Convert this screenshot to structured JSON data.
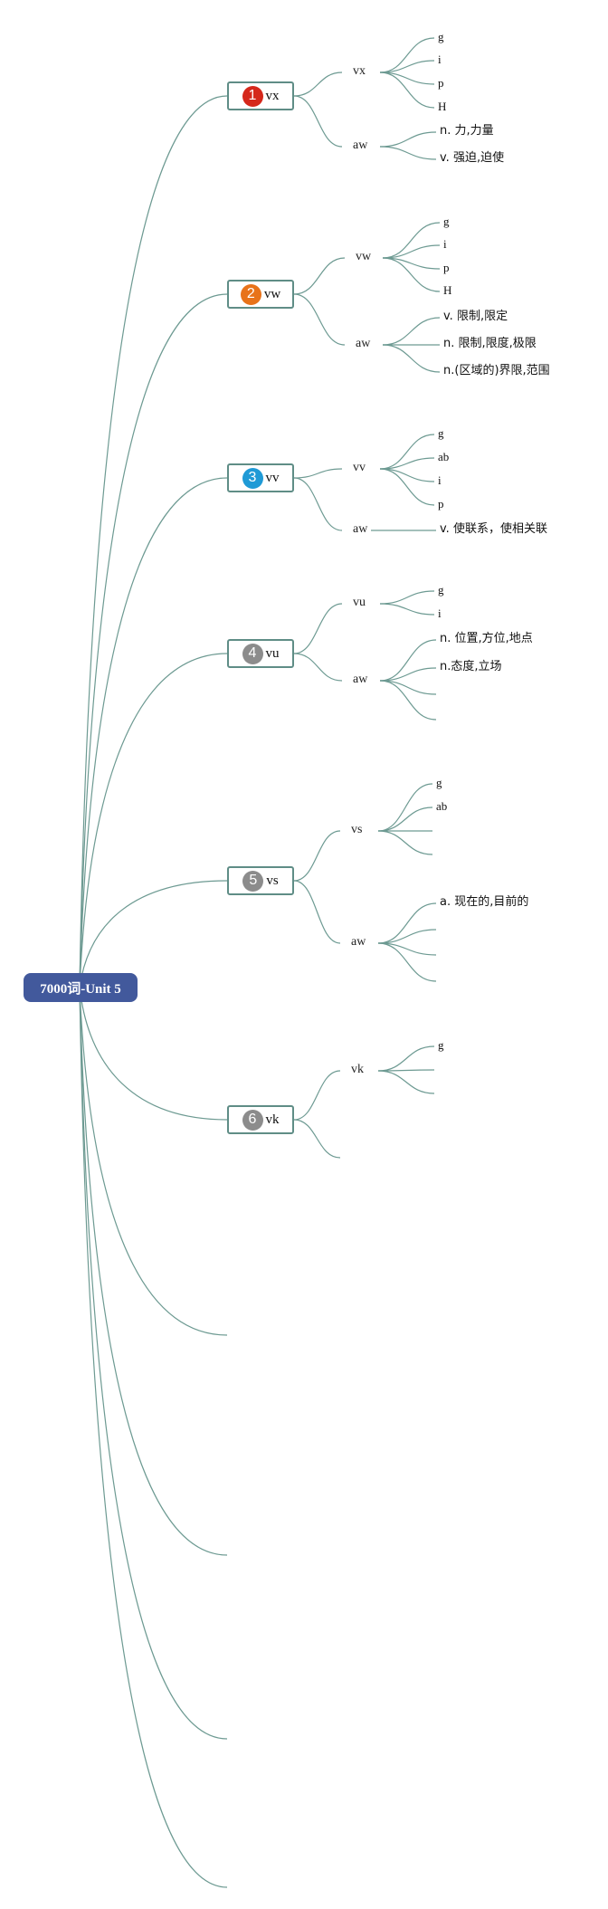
{
  "root": {
    "label": "7000词-Unit 5"
  },
  "topics": [
    {
      "num": "1",
      "label": "vx",
      "color": "#d5281b",
      "subs": [
        {
          "label": "vx",
          "leaves": [
            "g",
            "i",
            "p",
            "H"
          ]
        },
        {
          "label": "aw",
          "leaves": [
            "n. 力,力量",
            "v. 强迫,迫使"
          ]
        }
      ]
    },
    {
      "num": "2",
      "label": "vw",
      "color": "#e8731a",
      "subs": [
        {
          "label": "vw",
          "leaves": [
            "g",
            "i",
            "p",
            "H"
          ]
        },
        {
          "label": "aw",
          "leaves": [
            "v. 限制,限定",
            "n. 限制,限度,极限",
            "n.(区域的)界限,范围"
          ]
        }
      ]
    },
    {
      "num": "3",
      "label": "vv",
      "color": "#1f9ad6",
      "subs": [
        {
          "label": "vv",
          "leaves": [
            "g",
            "ab",
            "i",
            "p"
          ]
        },
        {
          "label": "aw",
          "leaves": [
            "v. 使联系，使相关联"
          ]
        }
      ]
    },
    {
      "num": "4",
      "label": "vu",
      "color": "#8c8c8c",
      "subs": [
        {
          "label": "vu",
          "leaves": [
            "g",
            "i"
          ]
        },
        {
          "label": "aw",
          "leaves": [
            "n. 位置,方位,地点",
            "n.态度,立场",
            "",
            ""
          ]
        }
      ]
    },
    {
      "num": "5",
      "label": "vs",
      "color": "#8c8c8c",
      "subs": [
        {
          "label": "vs",
          "leaves": [
            "g",
            "ab",
            "",
            ""
          ]
        },
        {
          "label": "aw",
          "leaves": [
            "a. 现在的,目前的",
            "",
            "",
            ""
          ]
        }
      ]
    },
    {
      "num": "6",
      "label": "vk",
      "color": "#8c8c8c",
      "subs": [
        {
          "label": "vk",
          "leaves": [
            "g",
            "",
            ""
          ]
        },
        {
          "label": "",
          "leaves": []
        }
      ]
    }
  ],
  "colors": {
    "edge": "#6d9a92",
    "root_fill": "#42599c",
    "topic_border": "#5f8d86"
  }
}
